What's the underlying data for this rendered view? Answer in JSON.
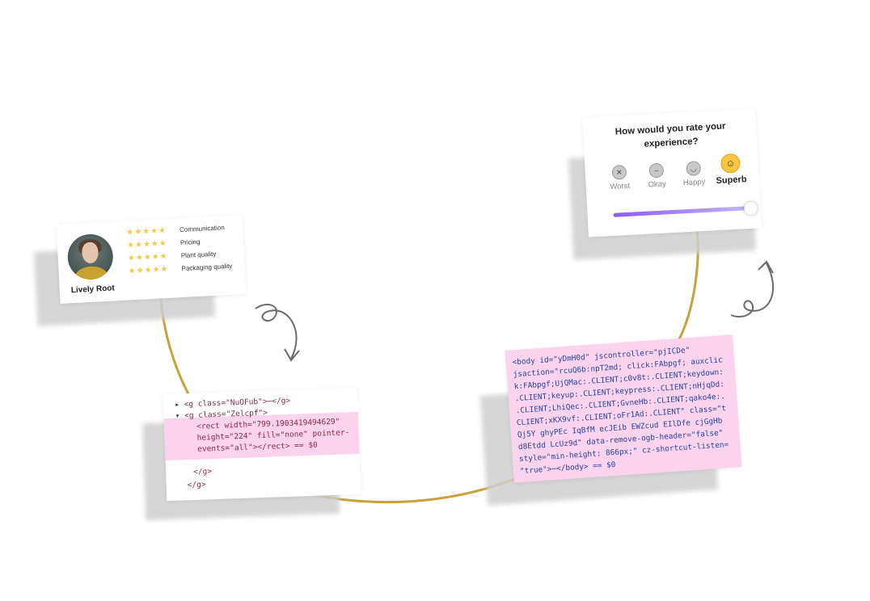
{
  "review": {
    "name": "Lively Root",
    "criteria": [
      "Communication",
      "Pricing",
      "Plant quality",
      "Packaging quality"
    ],
    "stars": "★★★★★"
  },
  "code1": {
    "line1": "<g class=\"NuOFub\">⋯</g>",
    "line2": "<g class=\"Zelcpf\">",
    "line3": "<rect width=\"799.1903419494629\"",
    "line4": "height=\"224\" fill=\"none\" pointer-",
    "line5": "events=\"all\"></rect> == $0",
    "line6": "</g>",
    "line7": "</g>"
  },
  "code2": {
    "lines": [
      "<body id=\"yDmH0d\" jscontroller=\"pjICDe\"",
      "jsaction=\"rcuQ6b:npT2md; click:FAbpgf; auxclic",
      "k:FAbpgf;UjQMac:.CLIENT;c0v8t:.CLIENT;keydown:",
      ".CLIENT;keyup:.CLIENT;keypress:.CLIENT;nHjqDd:",
      ".CLIENT;LhiQec:.CLIENT;GvneHb:.CLIENT;qako4e:.",
      "CLIENT;xKX9vf:.CLIENT;oFr1Ad:.CLIENT\" class=\"t",
      "Qj5Y ghyPEc IqBfM ecJEib EWZcud EIlDfe cjGgHb",
      "d8Etdd LcUz9d\" data-remove-ogb-header=\"false\"",
      "style=\"min-height: 866px;\" cz-shortcut-listen=",
      "\"true\">⋯</body> == $0"
    ]
  },
  "rating": {
    "question": "How would you rate your experience?",
    "options": [
      "Worst",
      "Okay",
      "Happy",
      "Superb"
    ],
    "selected": "Superb",
    "slider_value": 1.0
  },
  "colors": {
    "curve": "#c9a13a",
    "highlight": "#fbd3ec",
    "slider": "#8b5cf6",
    "stars": "#f2c94c"
  }
}
